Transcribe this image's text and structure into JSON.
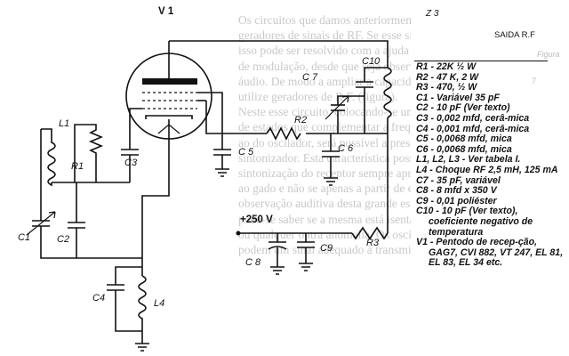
{
  "background_text": [
    "Os circuitos que damos anteriormente são típicos",
    "geradores de sinais de RF. Se esse sinal não for amplificado o suficiente,",
    "isso pode ser resolvido com a ajuda de um circuito",
    "de modulação, desde que seja observada a frequência do gerador de",
    "áudio. De modo a ampliar a capacidade destes circuitos,",
    "utilize geradores de R.F. (figura).",
    "Neste esse circuito, colocando-se um indicador",
    "de estados que complementar a frequência do oscilador",
    "ao do oscilador, será possível a presença de um",
    "sintonizador. Esta característica possibilita a",
    "sintonização do receptor sempre aproximada",
    "ao gado e não se apenas a partir de estruturas, pela",
    "observação auditiva desta grande estabilidade, por exemplo,",
    "pode-se saber se a mesma está isenta de ruído (hum)",
    "ou qualquer outra anomalia. Os osciladores",
    "podem um sinal adequado à transmissão, devem ser"
  ],
  "schematic": {
    "tube_label": "V 1",
    "labels": {
      "l1": "L1",
      "r1": "R1",
      "c1": "C1",
      "c2": "C2",
      "c3": "C3",
      "c4": "C4",
      "l4": "L4",
      "r2": "R2",
      "c5": "C 5",
      "c6": "C 6",
      "c7": "C 7",
      "c10": "C10",
      "b_plus": "+250  V",
      "c8": "C 8",
      "c9": "C9",
      "r3": "R3"
    },
    "output": {
      "coil_label": "Z 3",
      "label": "SAIDA  R.F"
    }
  },
  "parts_list": [
    "R1 - 22K ½ W",
    "R2 - 47 K, 2 W",
    "R3 - 470, ½ W",
    "C1 - Variável 35 pF",
    "C2 - 10 pF (Ver texto)",
    "C3 - 0,002 mfd, cerâ-mica",
    "C4 - 0,001 mfd, cerâ-mica",
    "C5 - 0,0068 mfd, mica",
    "C6 - 0,0068 mfd, mica",
    "L1, L2, L3 - Ver tabela I.",
    "L4 - Choque RF 2,5 mH, 125 mA",
    "C7 - 35 pF, variável",
    "C8 - 8 mfd x 350 V",
    "C9 - 0,01 poliéster",
    "C10 - 10 pF (Ver texto), coeficiente negativo de temperatura",
    "V1 - Pentodo de recep-ção, GAG7, CVI 882, VT 247, EL 81, EL 83, EL 34 etc."
  ],
  "side_marks": {
    "fig": "Figura",
    "page": "7"
  }
}
